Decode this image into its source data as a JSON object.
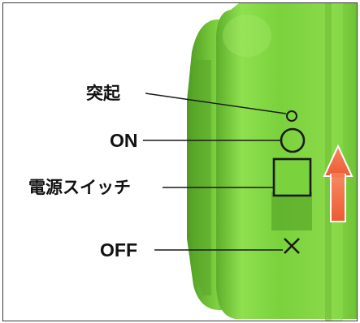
{
  "diagram": {
    "labels": {
      "protrusion": "突起",
      "on": "ON",
      "power_switch": "電源スイッチ",
      "off": "OFF"
    },
    "colors": {
      "device_body": "#7dd43e",
      "device_shadow": "#5aa82a",
      "device_highlight": "#a8ec6e",
      "switch_slot": "#4f9a22",
      "leader_line": "#1a1a1a",
      "arrow": "#f26a43"
    },
    "icons": {
      "protrusion_marker": "small-circle",
      "on_marker": "circle",
      "switch_knob": "square",
      "off_marker": "cross",
      "direction_arrow": "up-arrow"
    }
  }
}
